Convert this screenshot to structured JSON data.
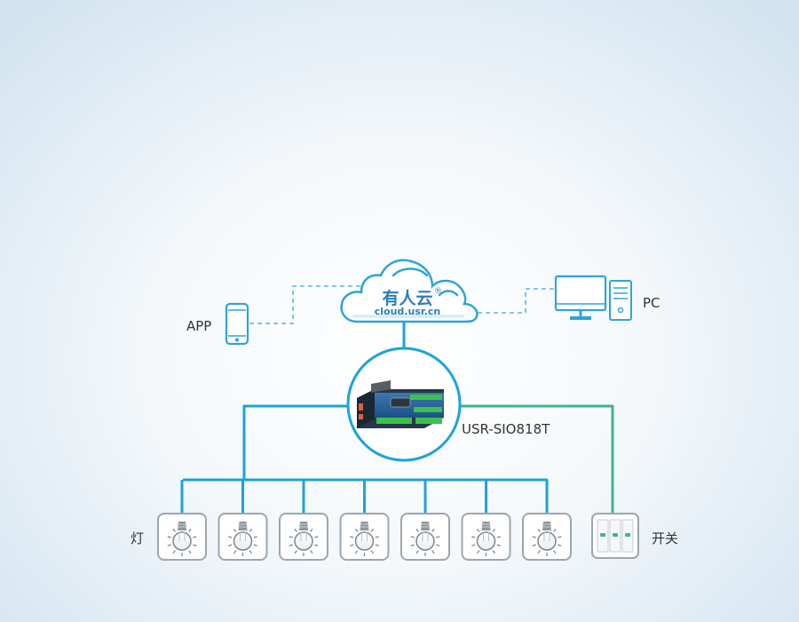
{
  "cloud": {
    "title": "有人云",
    "subtitle": "cloud.usr.cn",
    "trademark": "®"
  },
  "labels": {
    "app": "APP",
    "pc": "PC",
    "device": "USR-SIO818T",
    "lights": "灯",
    "switches": "开关"
  },
  "lights": [
    {
      "icon": "light-bulb-icon"
    },
    {
      "icon": "light-bulb-icon"
    },
    {
      "icon": "light-bulb-icon"
    },
    {
      "icon": "light-bulb-icon"
    },
    {
      "icon": "light-bulb-icon"
    },
    {
      "icon": "light-bulb-icon"
    },
    {
      "icon": "light-bulb-icon"
    }
  ],
  "icons": {
    "phone": "smartphone-icon",
    "pc": "desktop-computer-icon",
    "device": "io-controller-device-icon",
    "switch": "wall-switch-icon"
  },
  "colors": {
    "line_blue": "#1ea3d6",
    "line_green": "#3fb48d",
    "dash": "#5ab6dc",
    "cloud_stroke": "#2ea4d8",
    "text": "#333333"
  }
}
